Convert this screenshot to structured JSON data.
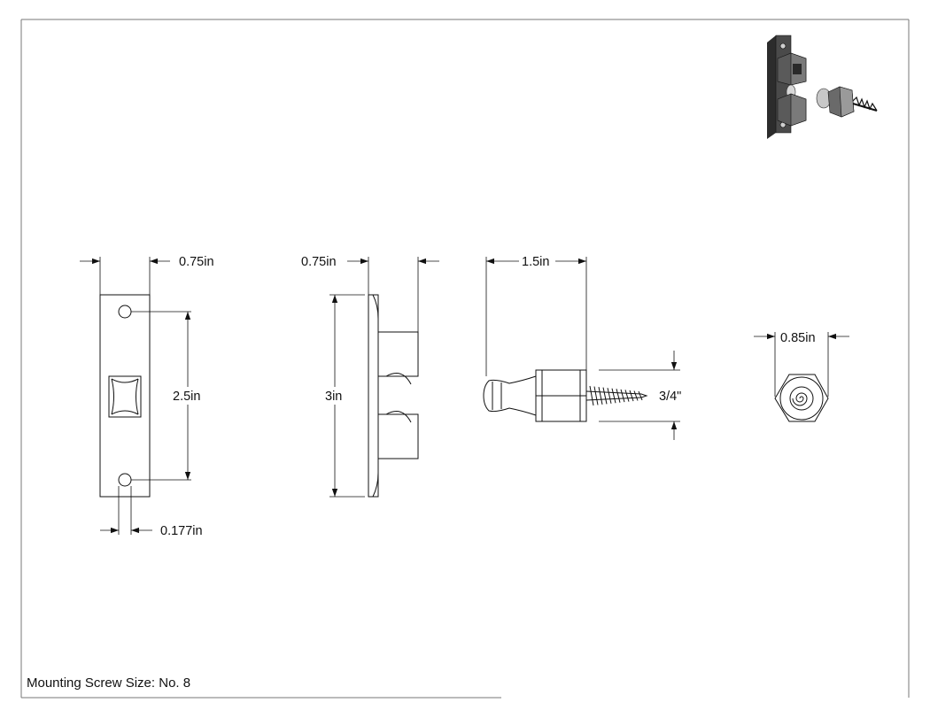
{
  "drawing": {
    "front_view": {
      "width_label": "0.75in",
      "hole_spacing_label": "2.5in",
      "hole_diameter_label": "0.177in"
    },
    "side_view": {
      "depth_label": "0.75in",
      "height_label": "3in"
    },
    "stud_view": {
      "length_label": "1.5in",
      "thread_label": "3/4\""
    },
    "end_view": {
      "width_label": "0.85in"
    },
    "note": "Mounting Screw Size: No. 8"
  },
  "colors": {
    "line": "#111111",
    "border": "#777777",
    "metal_dark": "#3a3a3a",
    "metal_mid": "#8a8a8a",
    "metal_light": "#d0d0d0"
  }
}
